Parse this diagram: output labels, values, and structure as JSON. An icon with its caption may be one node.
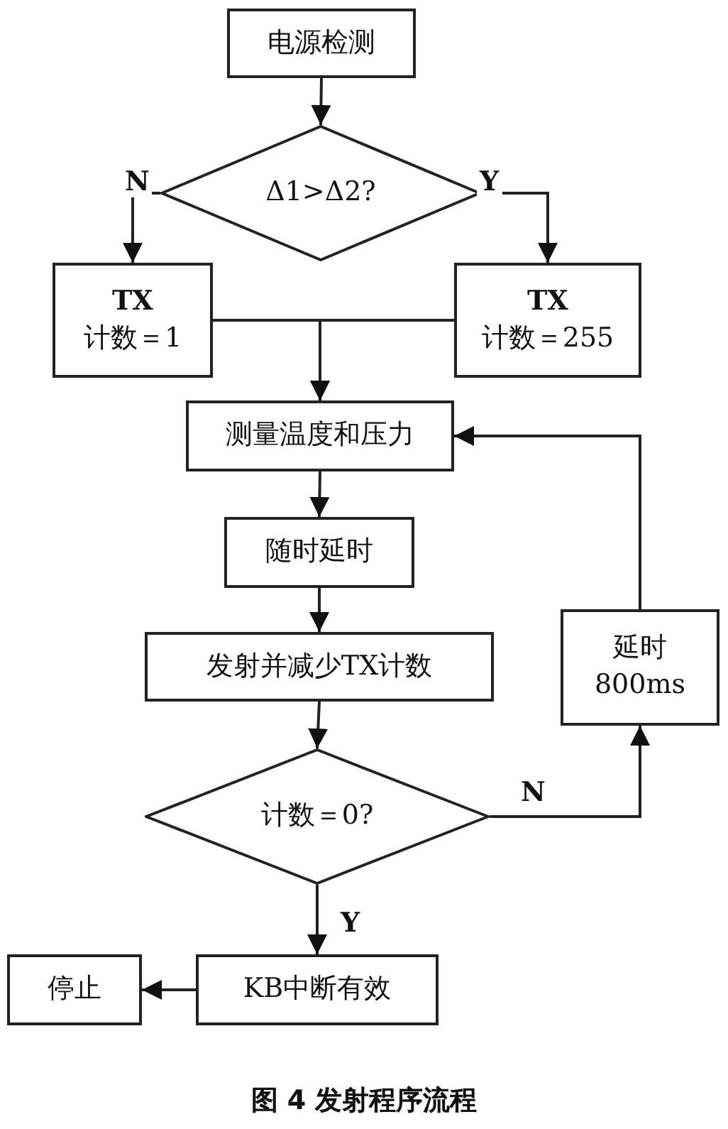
{
  "diagram": {
    "caption": "图 4 发射程序流程",
    "nodes": [
      {
        "text": [
          "电源检测"
        ]
      },
      {
        "text": [
          "Δ1>Δ2?"
        ]
      },
      {
        "text": [
          "TX",
          "计数＝1"
        ]
      },
      {
        "text": [
          "TX",
          "计数＝255"
        ]
      },
      {
        "text": [
          "测量温度和压力"
        ]
      },
      {
        "text": [
          "随时延时"
        ]
      },
      {
        "text": [
          "发射并减少TX计数"
        ]
      },
      {
        "text": [
          "计数＝0?"
        ]
      },
      {
        "text": [
          "延时",
          "800ms"
        ]
      },
      {
        "text": [
          "KB中断有效"
        ]
      },
      {
        "text": [
          "停止"
        ]
      }
    ],
    "edges": [
      {
        "from": 0,
        "to": 1,
        "arrow": "to"
      },
      {
        "from": 1,
        "to": 2,
        "arrow": "to",
        "label": "N"
      },
      {
        "from": 1,
        "to": 3,
        "arrow": "to",
        "label": "Y"
      },
      {
        "from": 2,
        "to": 4,
        "arrow": "to"
      },
      {
        "from": 3,
        "to": 4,
        "arrow": "to"
      },
      {
        "from": 4,
        "to": 5,
        "arrow": "to"
      },
      {
        "from": 5,
        "to": 6,
        "arrow": "to"
      },
      {
        "from": 6,
        "to": 7,
        "arrow": "to"
      },
      {
        "from": 7,
        "to": 8,
        "arrow": "to",
        "label": "N"
      },
      {
        "from": 8,
        "to": 4,
        "arrow": "to"
      },
      {
        "from": 7,
        "to": 9,
        "arrow": "to",
        "label": "Y"
      },
      {
        "from": 9,
        "to": 10,
        "arrow": "to"
      }
    ]
  }
}
